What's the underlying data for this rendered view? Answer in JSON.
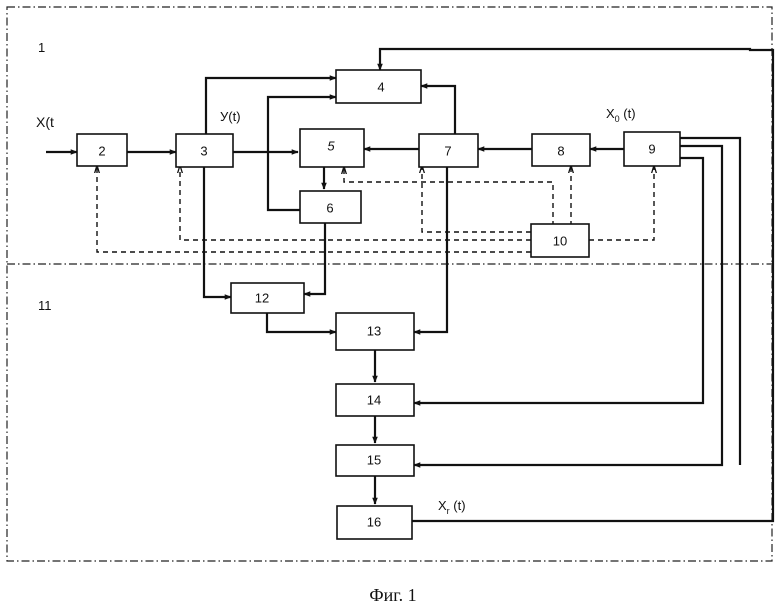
{
  "blocks": {
    "b2": "2",
    "b3": "3",
    "b4": "4",
    "b5": "5",
    "b6": "6",
    "b7": "7",
    "b8": "8",
    "b9": "9",
    "b10": "10",
    "b12": "12",
    "b13": "13",
    "b14": "14",
    "b15": "15",
    "b16": "16"
  },
  "regions": {
    "top": "1",
    "bottom": "11"
  },
  "signals": {
    "x_input": "X(t",
    "y_output": "У(t)",
    "x0": "X",
    "x0_sub": "0",
    "x0_arg": " (t)",
    "xr": "X",
    "xr_sub": "r",
    "xr_arg": " (t)"
  },
  "caption": "Фиг. 1"
}
